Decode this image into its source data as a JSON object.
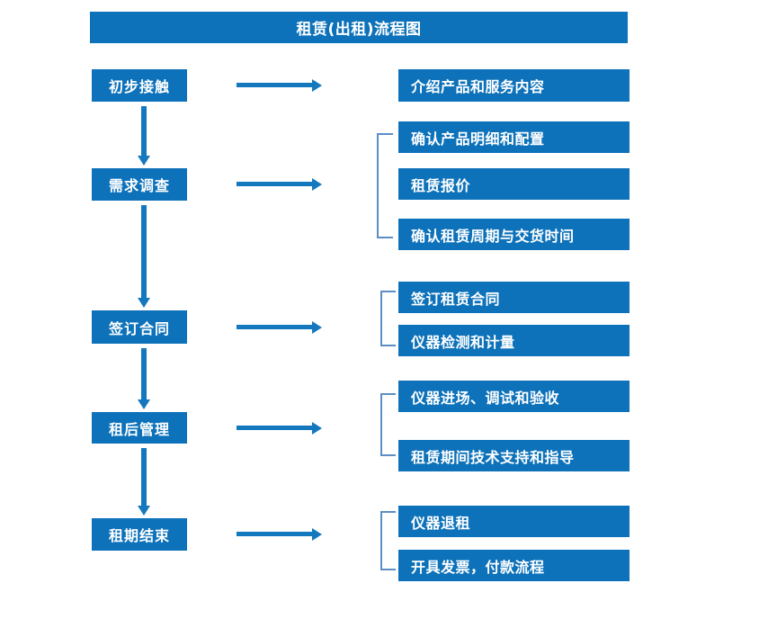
{
  "diagram": {
    "title": "租赁(出租)流程图",
    "accent_color": "#0D72BA",
    "arrow_color": "#1378BE",
    "bracket_color": "#5B8FC4",
    "text_color": "#FFFFFF"
  },
  "stages": [
    {
      "label": "初步接触"
    },
    {
      "label": "需求调查"
    },
    {
      "label": "签订合同"
    },
    {
      "label": "租后管理"
    },
    {
      "label": "租期结束"
    }
  ],
  "details": {
    "group1": [
      {
        "label": "介绍产品和服务内容"
      }
    ],
    "group2": [
      {
        "label": "确认产品明细和配置"
      },
      {
        "label": "租赁报价"
      },
      {
        "label": "确认租赁周期与交货时间"
      }
    ],
    "group3": [
      {
        "label": "签订租赁合同"
      },
      {
        "label": "仪器检测和计量"
      }
    ],
    "group4": [
      {
        "label": "仪器进场、调试和验收"
      },
      {
        "label": "租赁期间技术支持和指导"
      }
    ],
    "group5": [
      {
        "label": "仪器退租"
      },
      {
        "label": "开具发票，付款流程"
      }
    ]
  }
}
